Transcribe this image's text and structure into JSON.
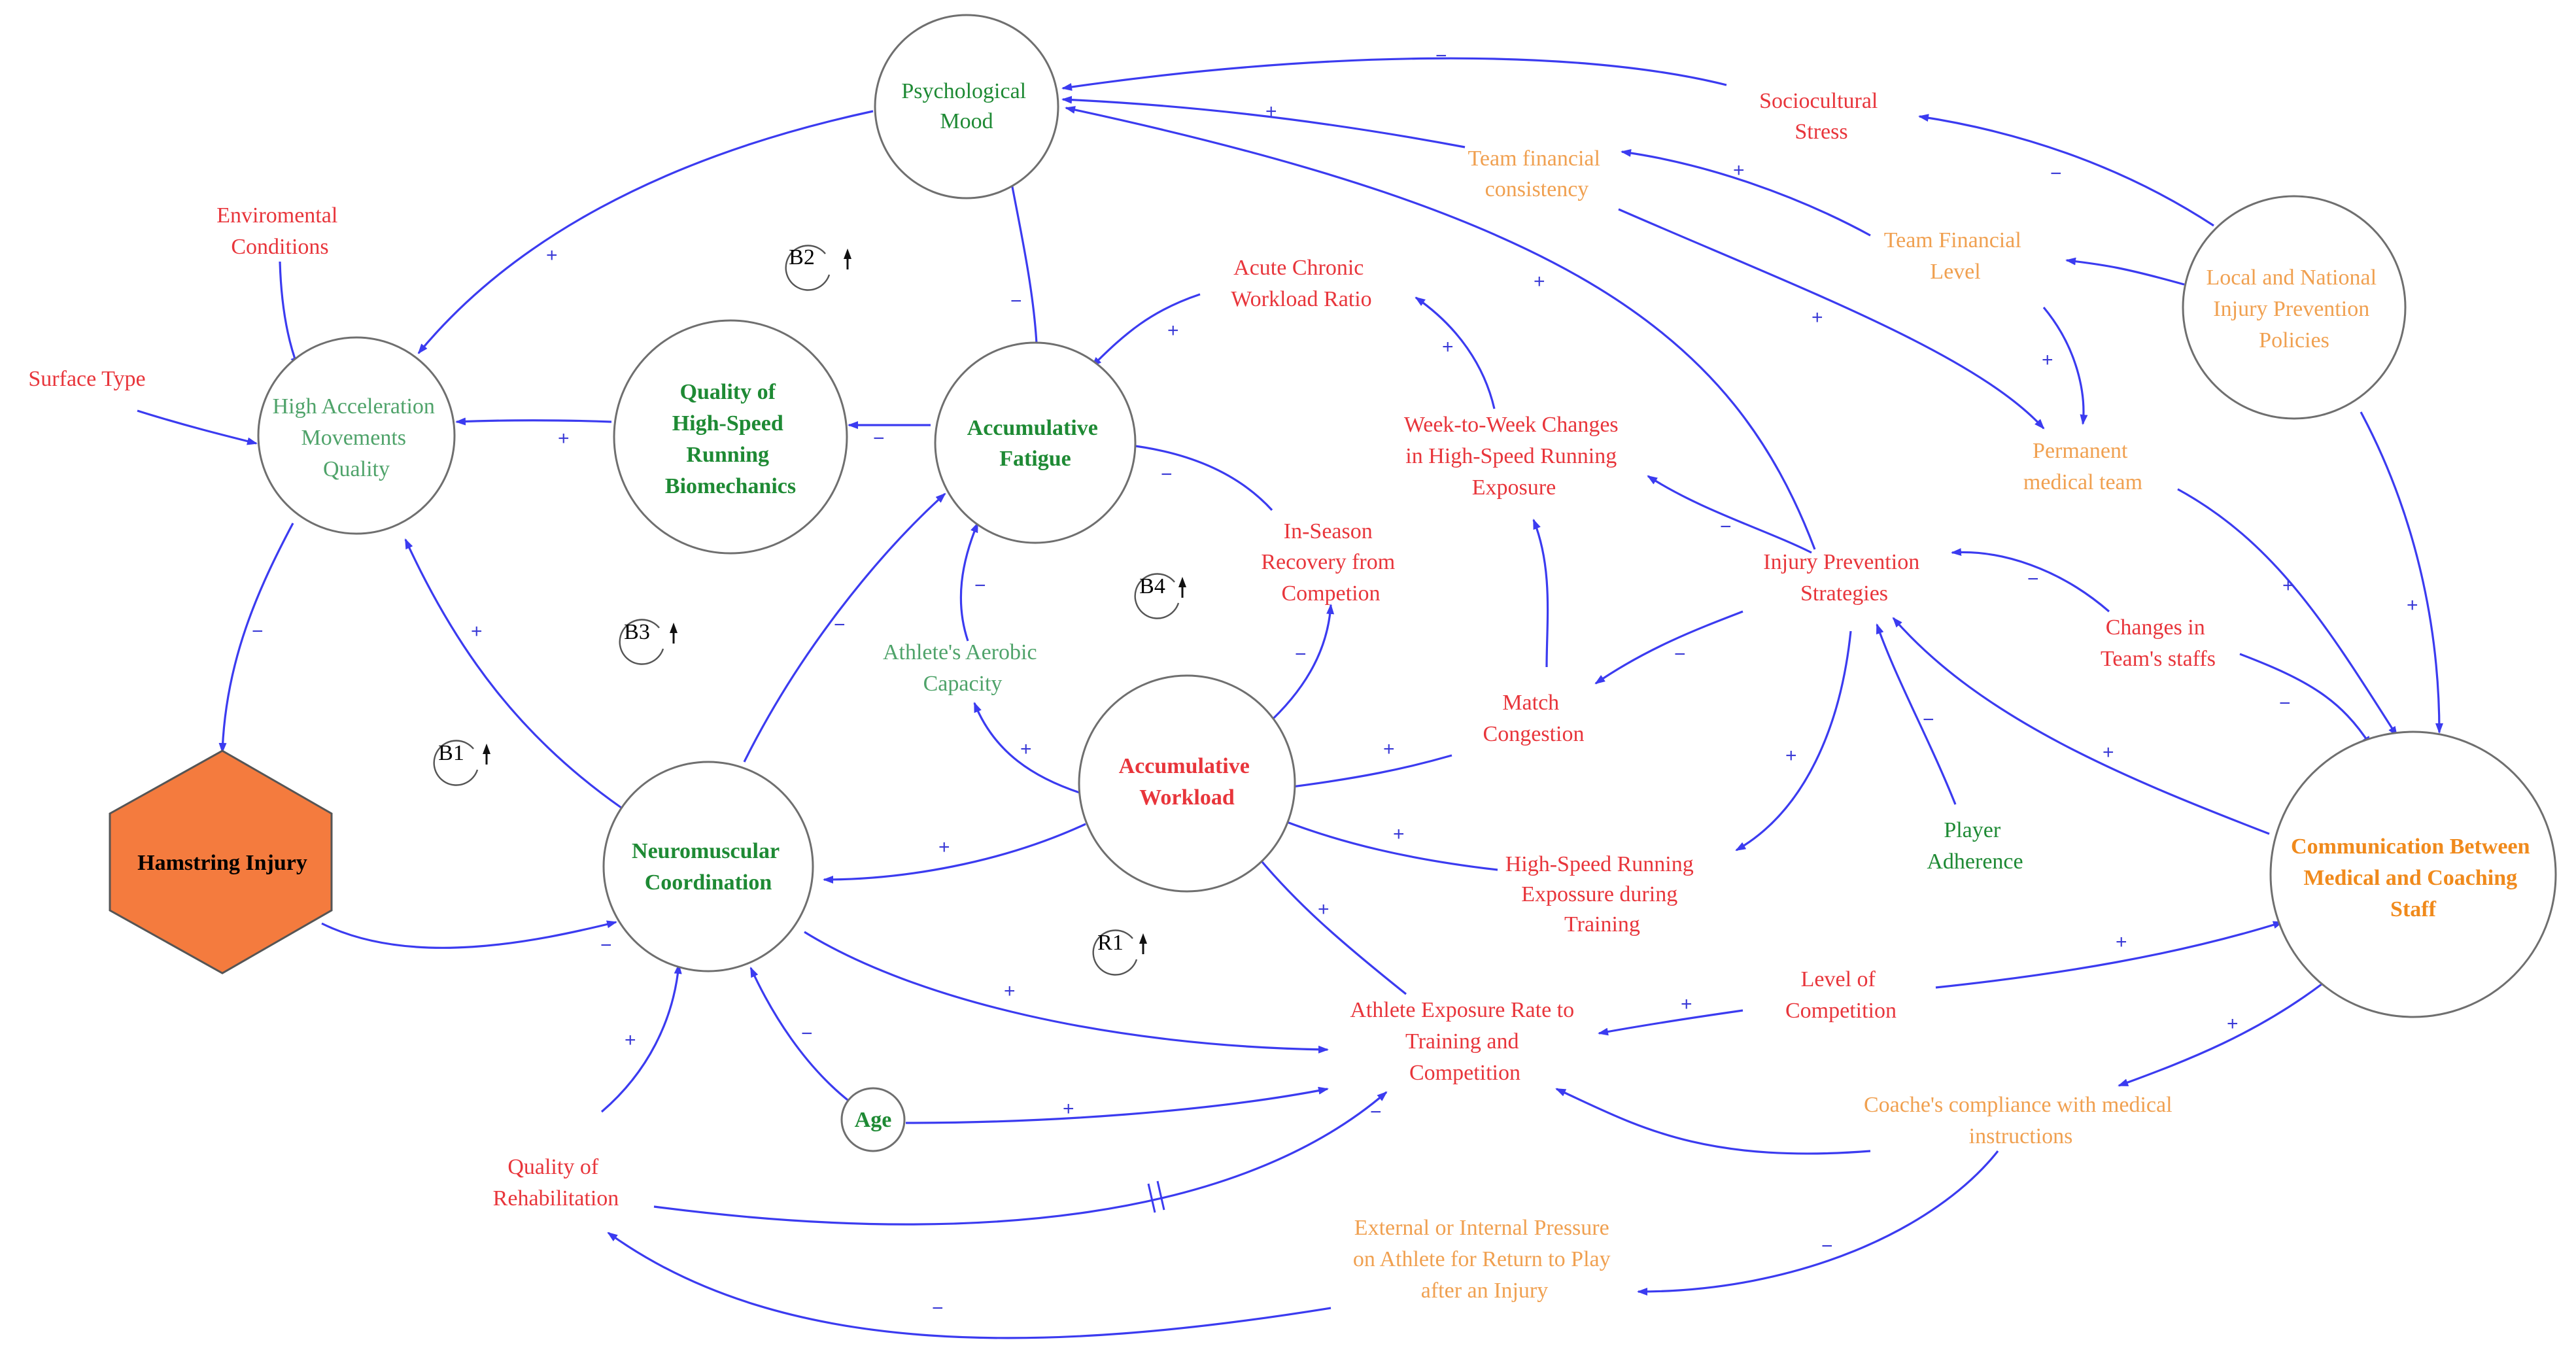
{
  "colors": {
    "red": "#e8353b",
    "green": "#1e8a34",
    "light_green": "#4fa36a",
    "orange": "#f0a050",
    "bold_orange": "#f08a1c",
    "black": "#000000",
    "hexagon_fill": "#f47b3e",
    "arrow": "#3b3bf0",
    "polarity": "#3a3ad6"
  },
  "nodes": {
    "psych_mood": [
      "Psychological",
      "Mood"
    ],
    "env_conditions": [
      "Enviromental",
      "Conditions"
    ],
    "surface_type": [
      "Surface Type"
    ],
    "hamq": [
      "High Acceleration",
      "Movements",
      "Quality"
    ],
    "qhsr": [
      "Quality of",
      "High-Speed",
      "Running",
      "Biomechanics"
    ],
    "acc_fatigue": [
      "Accumulative",
      "Fatigue"
    ],
    "acwr": [
      "Acute Chronic",
      "Workload Ratio"
    ],
    "w2w": [
      "Week-to-Week Changes",
      "in High-Speed Running",
      "Exposure"
    ],
    "in_season": [
      "In-Season",
      "Recovery from",
      "Competion"
    ],
    "aerobic": [
      "Athlete's Aerobic",
      "Capacity"
    ],
    "acc_workload": [
      "Accumulative",
      "Workload"
    ],
    "hamstring": [
      "Hamstring Injury"
    ],
    "neuro": [
      "Neuromuscular",
      "Coordination"
    ],
    "match_congestion": [
      "Match",
      "Congestion"
    ],
    "ips": [
      "Injury Prevention",
      "Strategies"
    ],
    "hsr_exposure": [
      "High-Speed Running",
      "Expossure during",
      "Training"
    ],
    "player_adherence": [
      "Player",
      "Adherence"
    ],
    "age": [
      "Age"
    ],
    "exposure_rate": [
      "Athlete Exposure Rate to",
      "Training and",
      "Competition"
    ],
    "level_comp": [
      "Level of",
      "Competition"
    ],
    "qual_rehab": [
      "Quality of",
      "Rehabilitation"
    ],
    "sociocultural": [
      "Sociocultural",
      "Stress"
    ],
    "team_fin_cons": [
      "Team financial",
      "consistency"
    ],
    "team_fin_level": [
      "Team Financial",
      "Level"
    ],
    "local_policies": [
      "Local and National",
      "Injury Prevention",
      "Policies"
    ],
    "perm_medical": [
      "Permanent",
      "medical team"
    ],
    "changes_staff": [
      "Changes in",
      "Team's staffs"
    ],
    "communication": [
      "Communication Between",
      "Medical and Coaching",
      "Staff"
    ],
    "coach_compliance": [
      "Coache's compliance with medical",
      "instructions"
    ],
    "ext_pressure": [
      "External or Internal Pressure",
      "on Athlete for Return to Play",
      "after an Injury"
    ]
  },
  "loops": [
    "B2",
    "B3",
    "B1",
    "B4",
    "R1"
  ],
  "polarity": {
    "plus": "+",
    "minus": "−"
  },
  "delay_mark": "//"
}
